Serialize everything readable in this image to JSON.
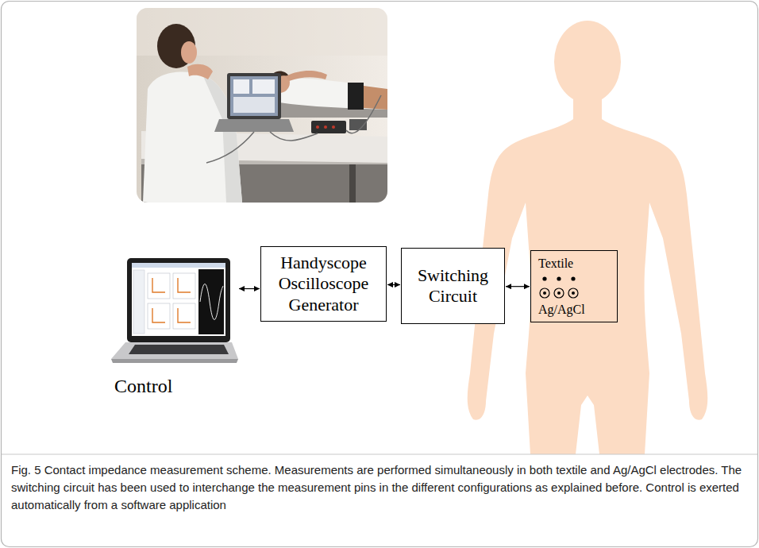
{
  "diagram": {
    "caption": "Fig. 5 Contact impedance measurement scheme. Measurements are performed simultaneously in both textile and Ag/AgCl electrodes. The switching circuit has been used to interchange the measurement pins in the different configurations as explained before. Control is exerted automatically from a software application",
    "nodes": [
      {
        "text": [
          "Control"
        ]
      },
      {
        "text": [
          "Handyscope Oscilloscope Generator"
        ]
      },
      {
        "text": [
          "Switching Circuit"
        ]
      },
      {
        "text": [
          "Textile",
          "Ag/AgCl"
        ]
      }
    ],
    "edges": [
      {
        "from": 0,
        "to": 1,
        "arrow": "both"
      },
      {
        "from": 1,
        "to": 2,
        "arrow": "both"
      },
      {
        "from": 2,
        "to": 3,
        "arrow": "both"
      }
    ]
  }
}
